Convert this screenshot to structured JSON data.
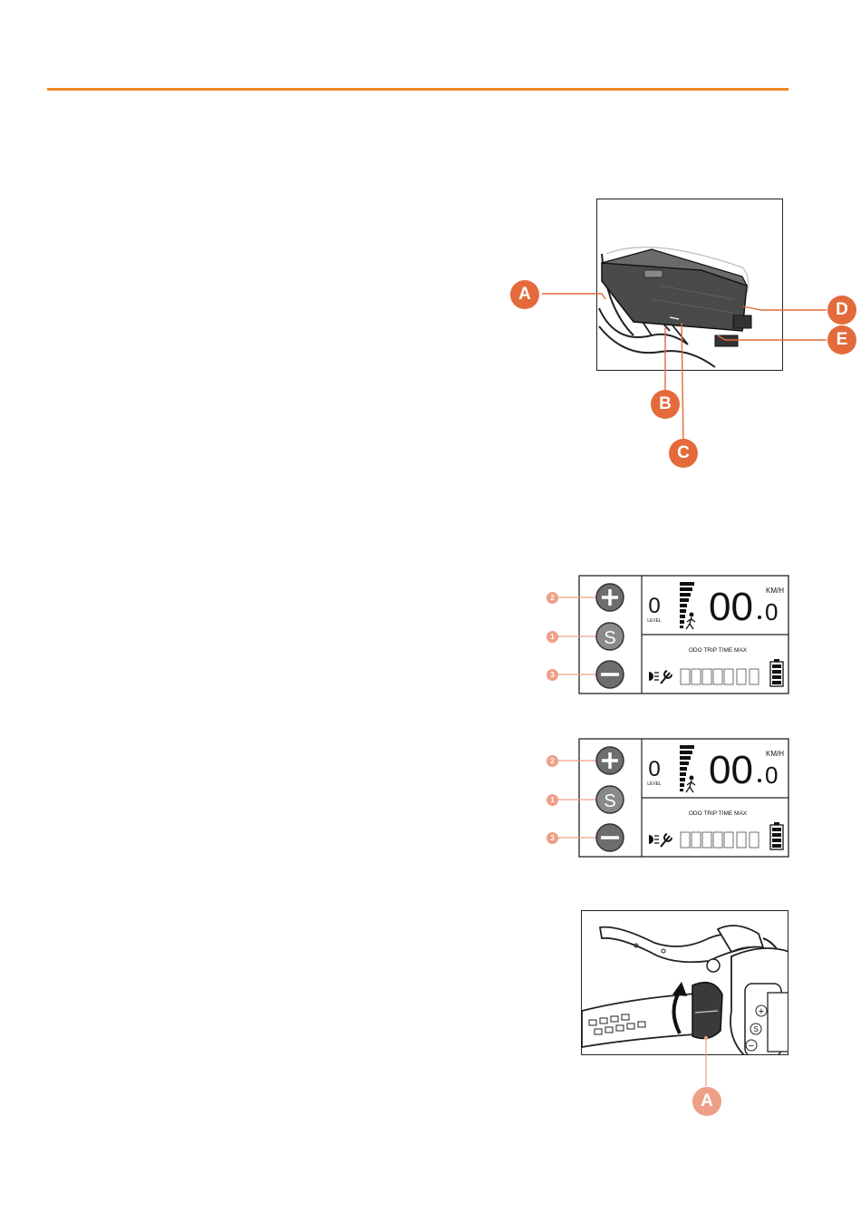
{
  "colors": {
    "accent": "#ef8a22",
    "callout": "#e46a3b",
    "callout_light": "#eda087"
  },
  "battery_figure": {
    "callouts": [
      "A",
      "B",
      "C",
      "D",
      "E"
    ]
  },
  "display_panel": {
    "button_plus_icon": "plus-icon",
    "button_s_label": "S",
    "button_minus_icon": "minus-icon",
    "callout_plus": "2",
    "callout_s": "1",
    "callout_minus": "3",
    "level_digit": "0",
    "level_label": "LEVEL",
    "speed_digits": "00",
    "speed_decimal": "0",
    "speed_unit": "KM/H",
    "modes_label": "ODO TRIP TIME MAX"
  },
  "throttle_figure": {
    "callout": "A",
    "button_plus": "+",
    "button_s": "S",
    "button_minus": "−"
  }
}
